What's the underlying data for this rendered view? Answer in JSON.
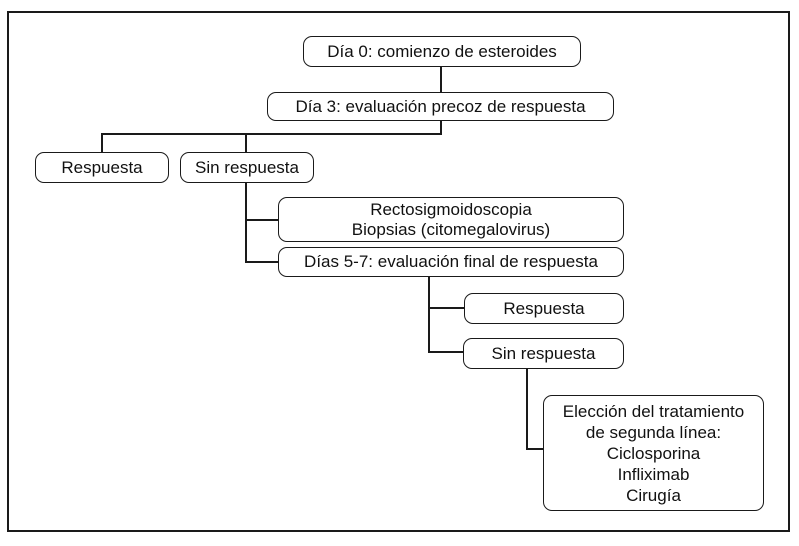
{
  "flowchart": {
    "nodes": {
      "day0": "Día 0: comienzo de esteroides",
      "day3": "Día 3: evaluación precoz de respuesta",
      "response_early": "Respuesta",
      "no_response_early": "Sin respuesta",
      "recto_line1": "Rectosigmoidoscopia",
      "recto_line2": "Biopsias (citomegalovirus)",
      "day57": "Días 5-7: evaluación final de respuesta",
      "response_final": "Respuesta",
      "no_response_final": "Sin respuesta",
      "second_line_title1": "Elección del tratamiento",
      "second_line_title2": "de segunda línea:",
      "second_line_option1": "Ciclosporina",
      "second_line_option2": "Infliximab",
      "second_line_option3": "Cirugía"
    },
    "colors": {
      "line": "#1a1a1a",
      "box_background": "#ffffff",
      "text": "#111111",
      "page_background": "#ffffff"
    }
  }
}
